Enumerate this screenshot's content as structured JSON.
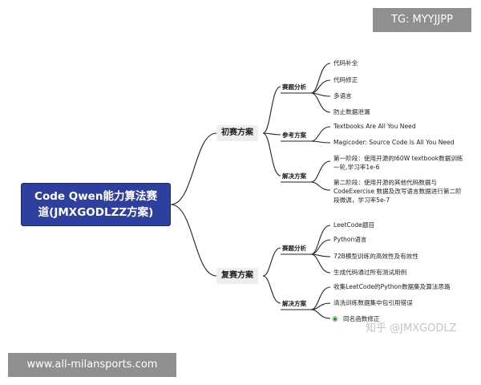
{
  "root_title_line1": "Code Qwen能力算法赛",
  "root_title_line2": "道(JMXGODLZZ方案)",
  "branches": [
    {
      "label": "初赛方案",
      "children": [
        {
          "label": "赛题分析",
          "leaves": [
            "代码补全",
            "代码修正",
            "多语言",
            "防止数据泄漏"
          ]
        },
        {
          "label": "参考方案",
          "leaves": [
            "Textbooks Are All You Need",
            "Magicoder: Source Code Is All You Need"
          ]
        },
        {
          "label": "解决方案",
          "leaves": [
            [
              "第一阶段：使用开源的l60W textbook数据训练",
              "一轮,学习率1e-6"
            ],
            [
              "第二阶段：使用开源的其他代码数据与",
              "CodeExercise 数据及改写语言数据进行第二阶",
              "段微调，学习率5e-7"
            ]
          ]
        }
      ]
    },
    {
      "label": "复赛方案",
      "children": [
        {
          "label": "赛题分析",
          "leaves": [
            "LeetCode题目",
            "Python语言",
            "72B模型训练的高效性及有效性",
            "生成代码通过所有测试用例"
          ]
        },
        {
          "label": "解决方案",
          "leaves": [
            "收集LeetCode的Python数据集及算法思路",
            "清洗训练数据集中包引用错误",
            "同名函数修正"
          ]
        }
      ]
    }
  ],
  "watermark_tg": "TG: MYYJJPP",
  "watermark_site": "www.all-milansports.com",
  "watermark_zhihu": "知乎 @JMXGODLZ"
}
